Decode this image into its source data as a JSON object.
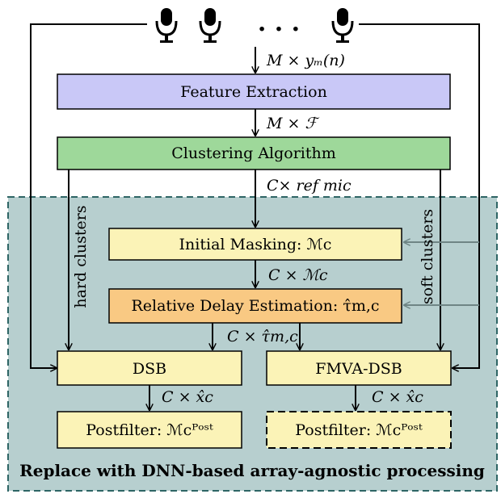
{
  "diagram": {
    "blocks": {
      "feature_extraction": "Feature Extraction",
      "clustering": "Clustering Algorithm",
      "initial_masking": "Initial Masking: ℳc",
      "delay_estimation": "Relative Delay Estimation: τ̂m,c",
      "dsb": "DSB",
      "fmva_dsb": "FMVA-DSB",
      "postfilter_left": "Postfilter: ℳcᴾᵒˢᵗ",
      "postfilter_right": "Postfilter: ℳcᴾᵒˢᵗ"
    },
    "edge_labels": {
      "mic_to_features": "M × yₘ(n)",
      "features_to_clustering": "M × ℱ",
      "clustering_to_masking": "C× ref mic",
      "masking_to_delay": "C × ℳc",
      "delay_to_beamformers": "C × τ̂m,c",
      "dsb_to_postfilter": "C × x̂c",
      "fmva_to_postfilter": "C × x̂c"
    },
    "side_labels": {
      "hard_clusters": "hard clusters",
      "soft_clusters": "soft clusters"
    },
    "microphones": {
      "ellipsis": "· · ·"
    },
    "region_caption": "Replace with DNN-based array-agnostic processing",
    "colors": {
      "feature_extraction": "#c9c8f7",
      "clustering": "#9ed89a",
      "yellow_block": "#fbf3b7",
      "orange_block": "#f9c983",
      "region_fill": "#b7cfcf",
      "region_border": "#2e6565",
      "gray_arrow": "#6f8585"
    }
  }
}
